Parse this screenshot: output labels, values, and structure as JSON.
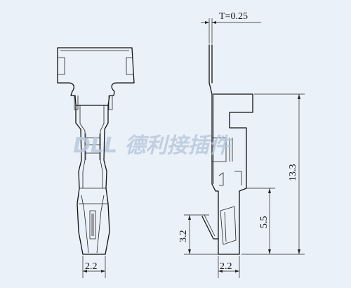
{
  "watermark": {
    "text": "DLL 德利接插件"
  },
  "front_view": {
    "width_dim": "2.2"
  },
  "side_view": {
    "thickness_dim": "T=0.25",
    "height_total_dim": "13.3",
    "crimp_height_dim": "5.5",
    "insulation_dim": "3.2",
    "width_dim": "2.2"
  },
  "colors": {
    "background": "#eaf1f9",
    "line": "#111111",
    "watermark": "#b9c9dc"
  }
}
